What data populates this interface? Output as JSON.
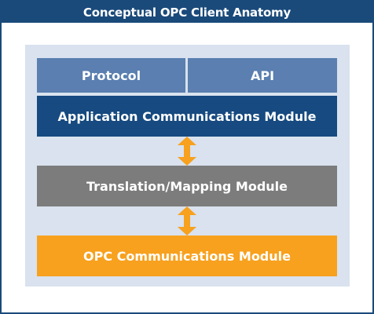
{
  "title": "Conceptual OPC Client Anatomy",
  "blocks": {
    "protocol": "Protocol",
    "api": "API",
    "application": "Application Communications Module",
    "translation": "Translation/Mapping Module",
    "opc": "OPC Communications Module"
  },
  "colors": {
    "title_bg": "#1a4a7a",
    "panel_bg": "#d9e2ee",
    "protocol_api": "#5a7fb0",
    "application": "#164a80",
    "translation": "#7c7c7c",
    "opc": "#f7a11f",
    "arrow": "#f7a11f"
  },
  "icons": {
    "connector": "double-headed-vertical-arrow"
  }
}
